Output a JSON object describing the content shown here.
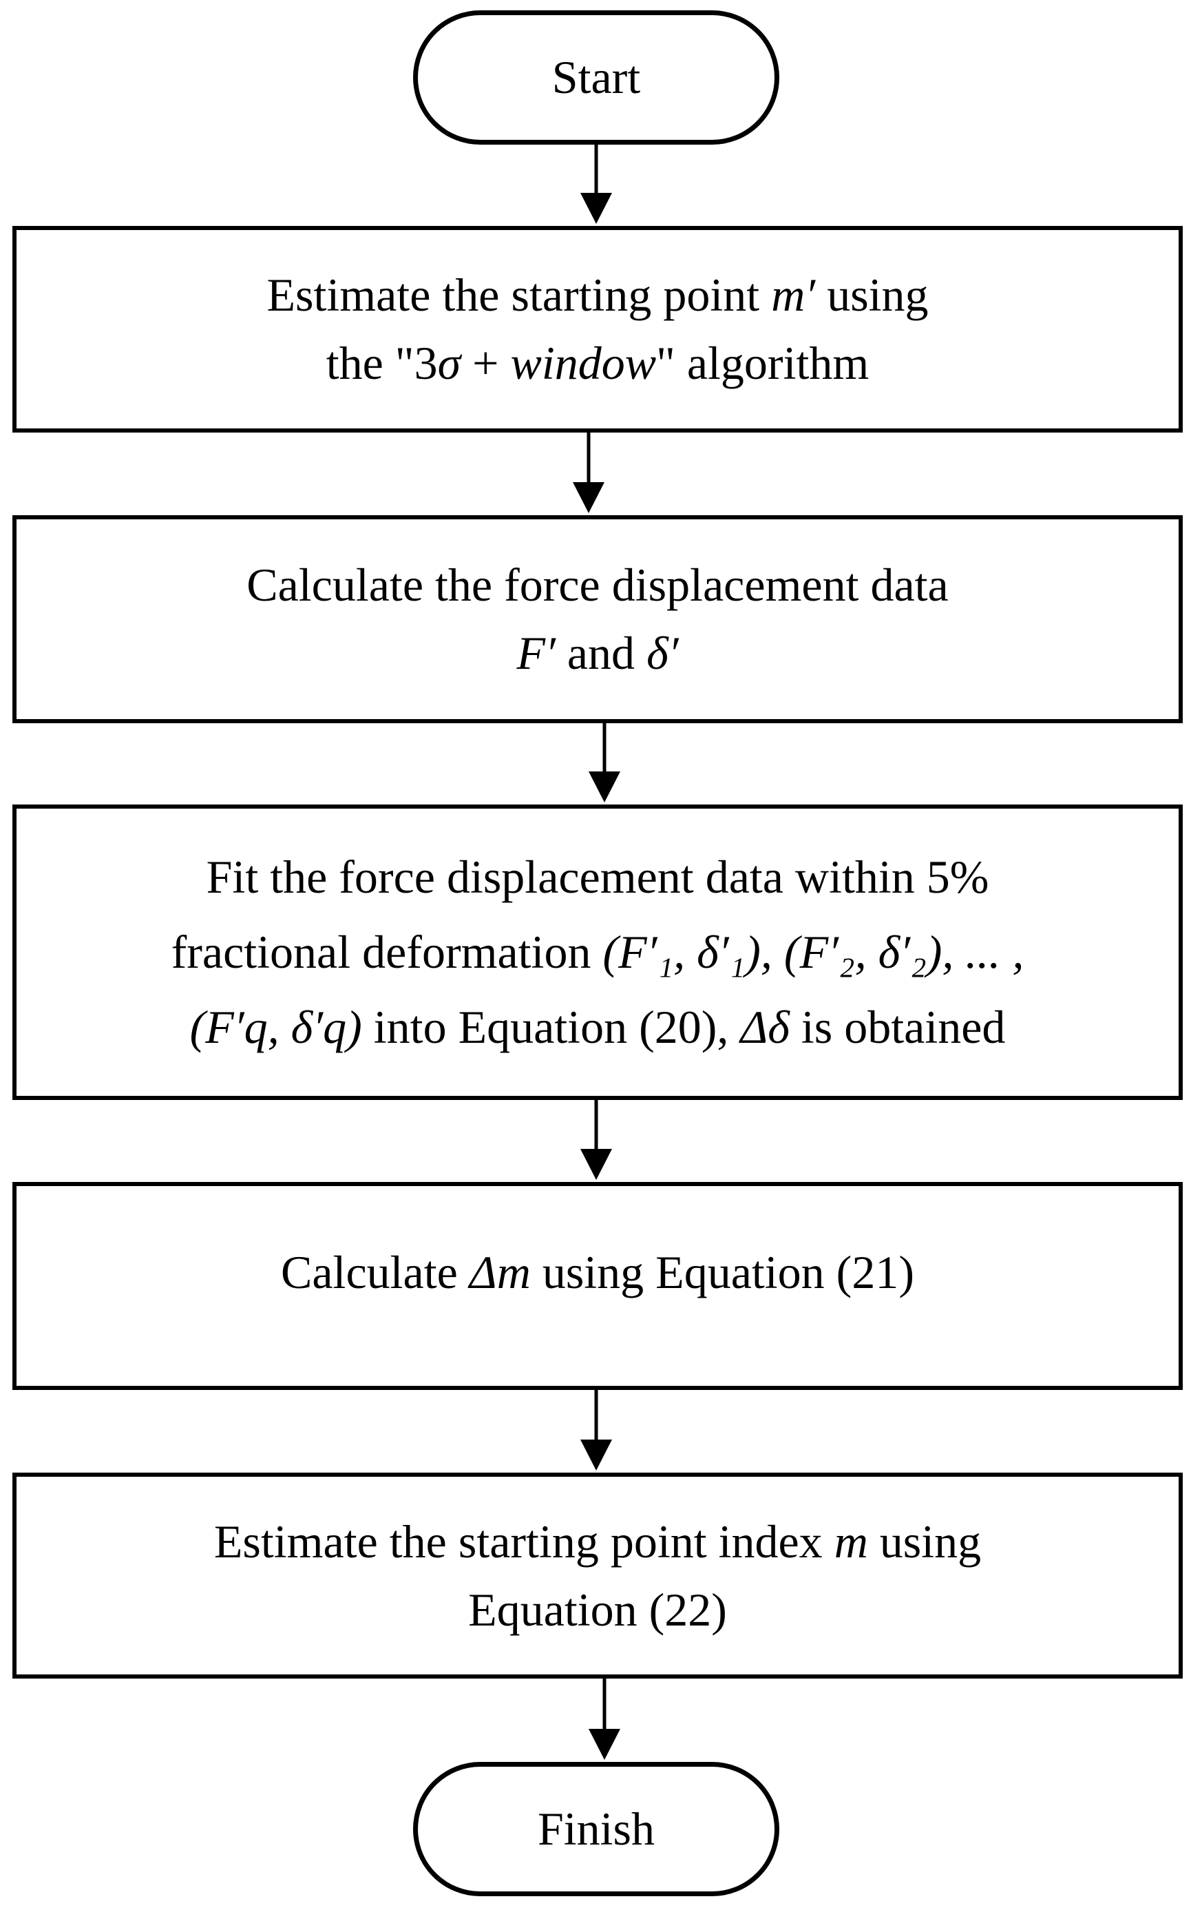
{
  "flowchart": {
    "start": "Start",
    "finish": "Finish",
    "steps": [
      {
        "line1": {
          "pre": "Estimate the starting point ",
          "var": "m′",
          "post": " using"
        },
        "line2": {
          "pre": "the \"3",
          "sigma": "σ",
          "plus": " + ",
          "window": "window",
          "post": "\" algorithm"
        }
      },
      {
        "line1": {
          "text": "Calculate the force displacement data"
        },
        "line2": {
          "var1": "F′",
          "mid": " and ",
          "var2": "δ′"
        }
      },
      {
        "line1": {
          "text": "Fit the force displacement data within 5%"
        },
        "line2": {
          "pre": "fractional deformation ",
          "pairs": "(F′₁, δ′₁), (F′₂, δ′₂), ... ,"
        },
        "line3": {
          "pair": "(F′q, δ′q)",
          "mid": " into Equation (20), ",
          "var": "Δδ",
          "post": " is obtained"
        }
      },
      {
        "line1": {
          "pre": "Calculate ",
          "var": "Δm",
          "post": " using Equation (21)"
        }
      },
      {
        "line1": {
          "pre": "Estimate the starting point index ",
          "var": "m",
          "post": " using"
        },
        "line2": {
          "text": "Equation (22)"
        }
      }
    ]
  }
}
